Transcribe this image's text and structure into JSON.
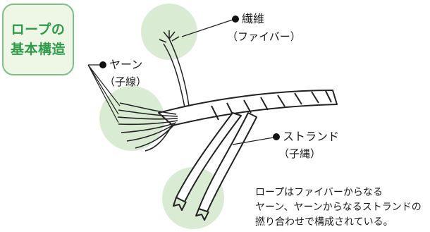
{
  "title": {
    "line1": "ロープの",
    "line2": "基本構造"
  },
  "labels": {
    "fiber": {
      "name": "繊維",
      "sub": "（ファイバー）"
    },
    "yarn": {
      "name": "ヤーン",
      "sub": "（子線）"
    },
    "strand": {
      "name": "ストランド",
      "sub": "（子縄）"
    }
  },
  "caption": [
    "ロープはファイバーからなる",
    "ヤーン、ヤーンからなるストランドの",
    "撚り合わせで構成されている。"
  ],
  "colors": {
    "accent": "#2f9a4a",
    "circle": "#d9ecd3",
    "box_fill": "#eef7e6",
    "box_border": "#7fbf8a"
  }
}
